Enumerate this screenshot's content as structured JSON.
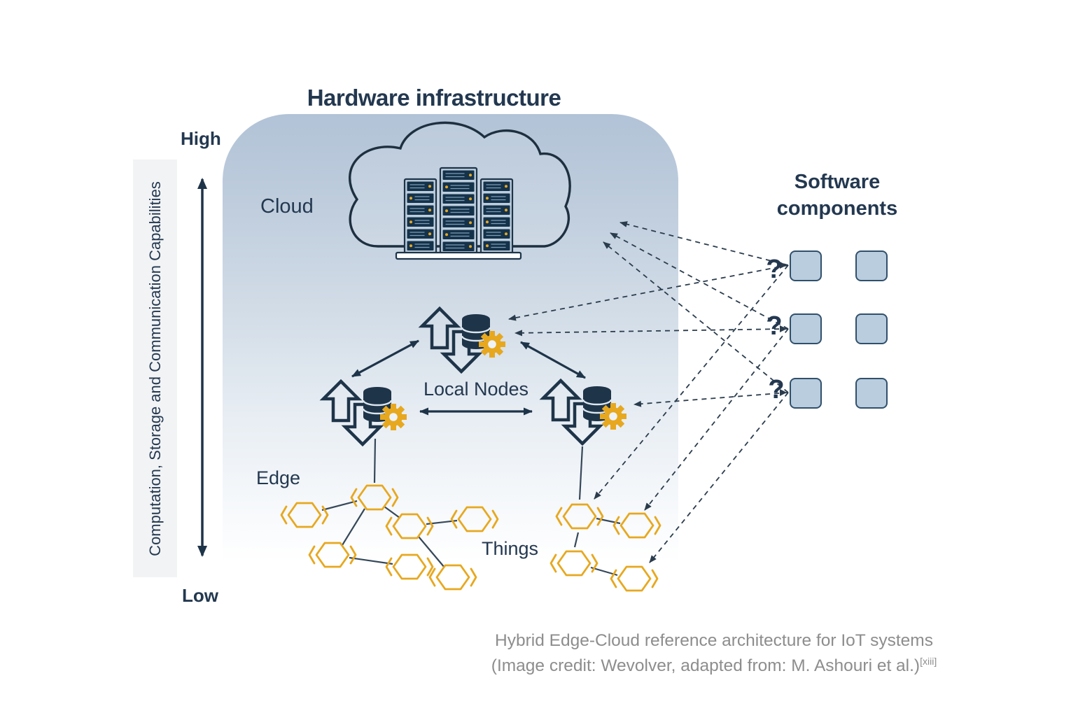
{
  "colors": {
    "navy": "#1e3449",
    "text_navy": "#233850",
    "line": "#35485a",
    "dash": "#2b3c4d",
    "amber": "#e7a81f",
    "rack_fill": "#bccedd",
    "unit_fill": "#15324b",
    "square_fill": "#b9cddf",
    "square_border": "#31506b",
    "gradient_top": "#b2c3d7",
    "band_bg": "#f2f3f5",
    "caption_gray": "#8d8d8d"
  },
  "axis": {
    "high": "High",
    "low": "Low",
    "label": "Computation, Storage and Communication Capabilities"
  },
  "hardware": {
    "title": "Hardware infrastructure",
    "cloud_label": "Cloud",
    "local_nodes_label": "Local Nodes",
    "edge_label": "Edge",
    "things_label": "Things"
  },
  "software": {
    "title": "Software components",
    "question_mark": "?"
  },
  "caption": {
    "line1": "Hybrid Edge-Cloud reference architecture for IoT systems",
    "line2": "(Image credit: Wevolver, adapted from: M. Ashouri et al.)",
    "reference": "[xiii]"
  }
}
